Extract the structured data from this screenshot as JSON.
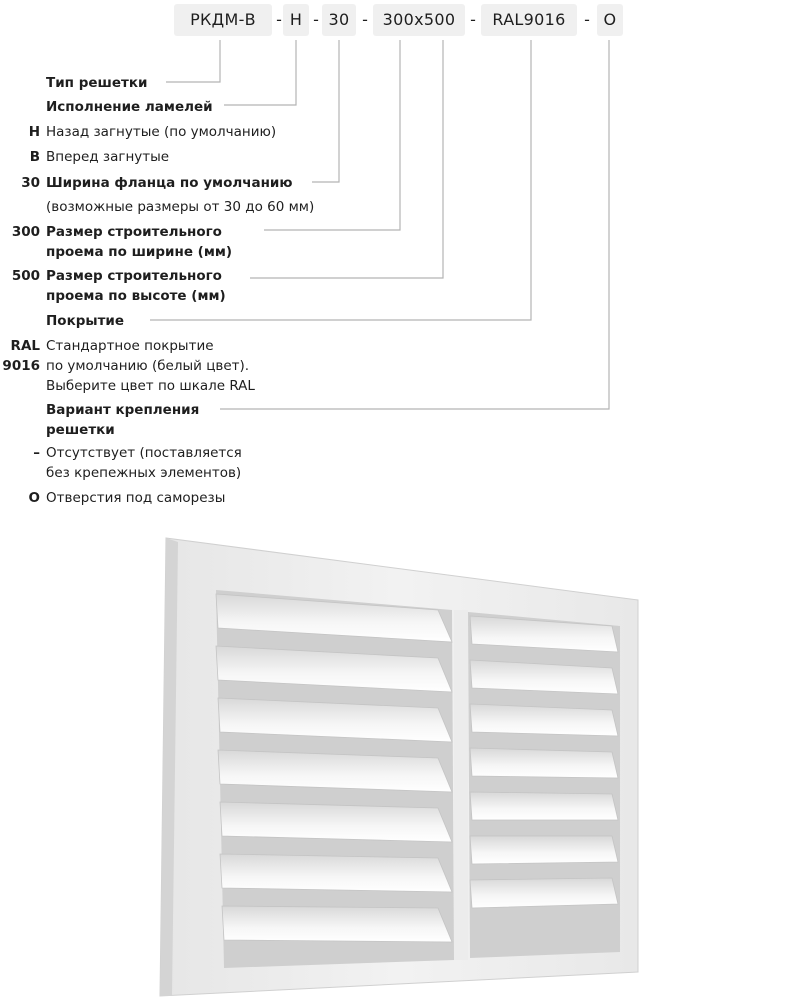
{
  "code": {
    "parts": [
      "РКДМ-В",
      "Н",
      "30",
      "300x500",
      "RAL9016",
      "О"
    ],
    "separator": "-"
  },
  "legend": [
    {
      "id": "type",
      "key": "",
      "lines": [
        "Тип решетки"
      ],
      "bold": true
    },
    {
      "id": "lamella",
      "key": "",
      "lines": [
        "Исполнение ламелей"
      ],
      "bold": true
    },
    {
      "id": "lamella-n",
      "key": "Н",
      "lines": [
        "Назад загнутые (по умолчанию)"
      ],
      "bold": false
    },
    {
      "id": "lamella-v",
      "key": "В",
      "lines": [
        "Вперед загнутые"
      ],
      "bold": false
    },
    {
      "id": "flange",
      "key": "30",
      "lines": [
        "Ширина фланца по умолчанию"
      ],
      "bold": true
    },
    {
      "id": "flange-note",
      "key": "",
      "lines": [
        "(возможные размеры от 30 до 60 мм)"
      ],
      "bold": false
    },
    {
      "id": "width",
      "key": "300",
      "lines": [
        "Размер строительного",
        "проема по ширине (мм)"
      ],
      "bold": true
    },
    {
      "id": "height",
      "key": "500",
      "lines": [
        "Размер строительного",
        "проема по высоте (мм)"
      ],
      "bold": true
    },
    {
      "id": "coating",
      "key": "",
      "lines": [
        "Покрытие"
      ],
      "bold": true
    },
    {
      "id": "coating-ral",
      "key": "RAL 9016",
      "lines": [
        "Стандартное покрытие",
        "по умолчанию (белый цвет).",
        "Выберите цвет по шкале RAL"
      ],
      "bold": false
    },
    {
      "id": "mount",
      "key": "",
      "lines": [
        "Вариант крепления",
        "решетки"
      ],
      "bold": true
    },
    {
      "id": "mount-none",
      "key": "–",
      "lines": [
        "Отсутствует (поставляется",
        "без крепежных элементов)"
      ],
      "bold": false
    },
    {
      "id": "mount-holes",
      "key": "О",
      "lines": [
        "Отверстия под саморезы"
      ],
      "bold": false
    }
  ],
  "colors": {
    "code_bg": "#f0f0f0",
    "leader": "#b4b4b4",
    "text": "#1e1e1e"
  }
}
